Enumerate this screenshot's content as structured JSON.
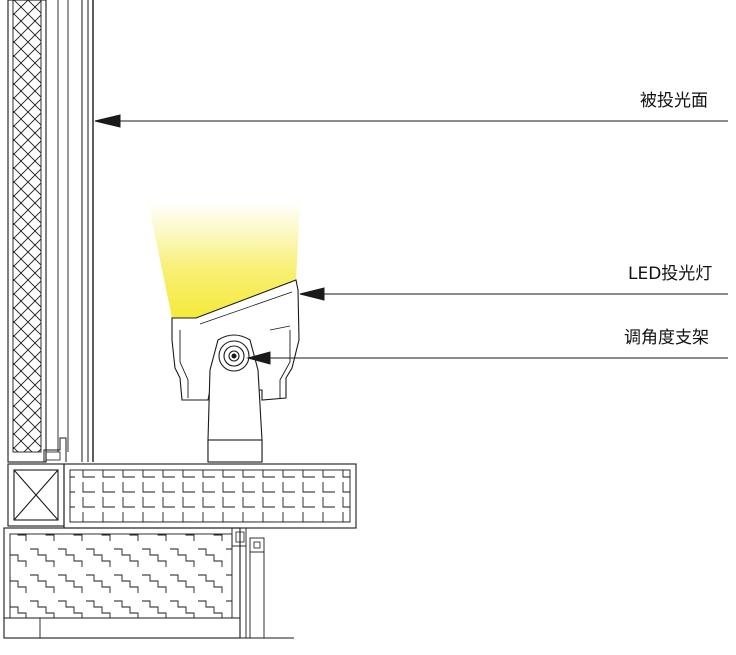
{
  "callouts": [
    {
      "id": "projected-surface",
      "label": "被投光面"
    },
    {
      "id": "led-floodlight",
      "label": "LED投光灯"
    },
    {
      "id": "adjustable-bracket",
      "label": "调角度支架"
    }
  ],
  "colors": {
    "line": "#1a1a1a",
    "beam_near": "#f5e93a",
    "beam_far": "#ffffff",
    "background": "#ffffff"
  }
}
